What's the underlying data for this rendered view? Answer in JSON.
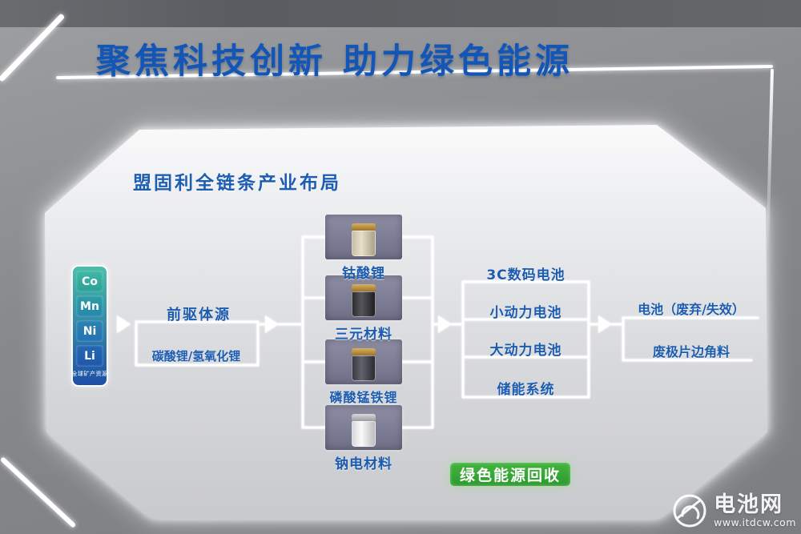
{
  "header": {
    "title": "聚焦科技创新 助力绿色能源"
  },
  "panel": {
    "title": "盟固利全链条产业布局"
  },
  "minerals": {
    "items": [
      "Co",
      "Mn",
      "Ni",
      "Li"
    ],
    "caption": "全球矿产资源"
  },
  "precursor": {
    "items": [
      "前驱体源",
      "碳酸锂/氢氧化锂"
    ]
  },
  "materials": {
    "items": [
      "钴酸锂",
      "三元材料",
      "磷酸锰铁锂",
      "钠电材料"
    ]
  },
  "batteries": {
    "items": [
      "3C数码电池",
      "小动力电池",
      "大动力电池",
      "储能系统"
    ]
  },
  "recycling": {
    "items": [
      "电池（废弃/失效）",
      "废极片边角料"
    ],
    "badge": "绿色能源回收"
  },
  "watermark": {
    "name": "电池网",
    "url": "www.itdcw.com"
  },
  "colors": {
    "accent_blue": "#1c5cb0",
    "badge_green": "#33a533",
    "panel_light": "#e9eaec",
    "background_gray": "#87898c",
    "connector_white": "#ffffff"
  }
}
